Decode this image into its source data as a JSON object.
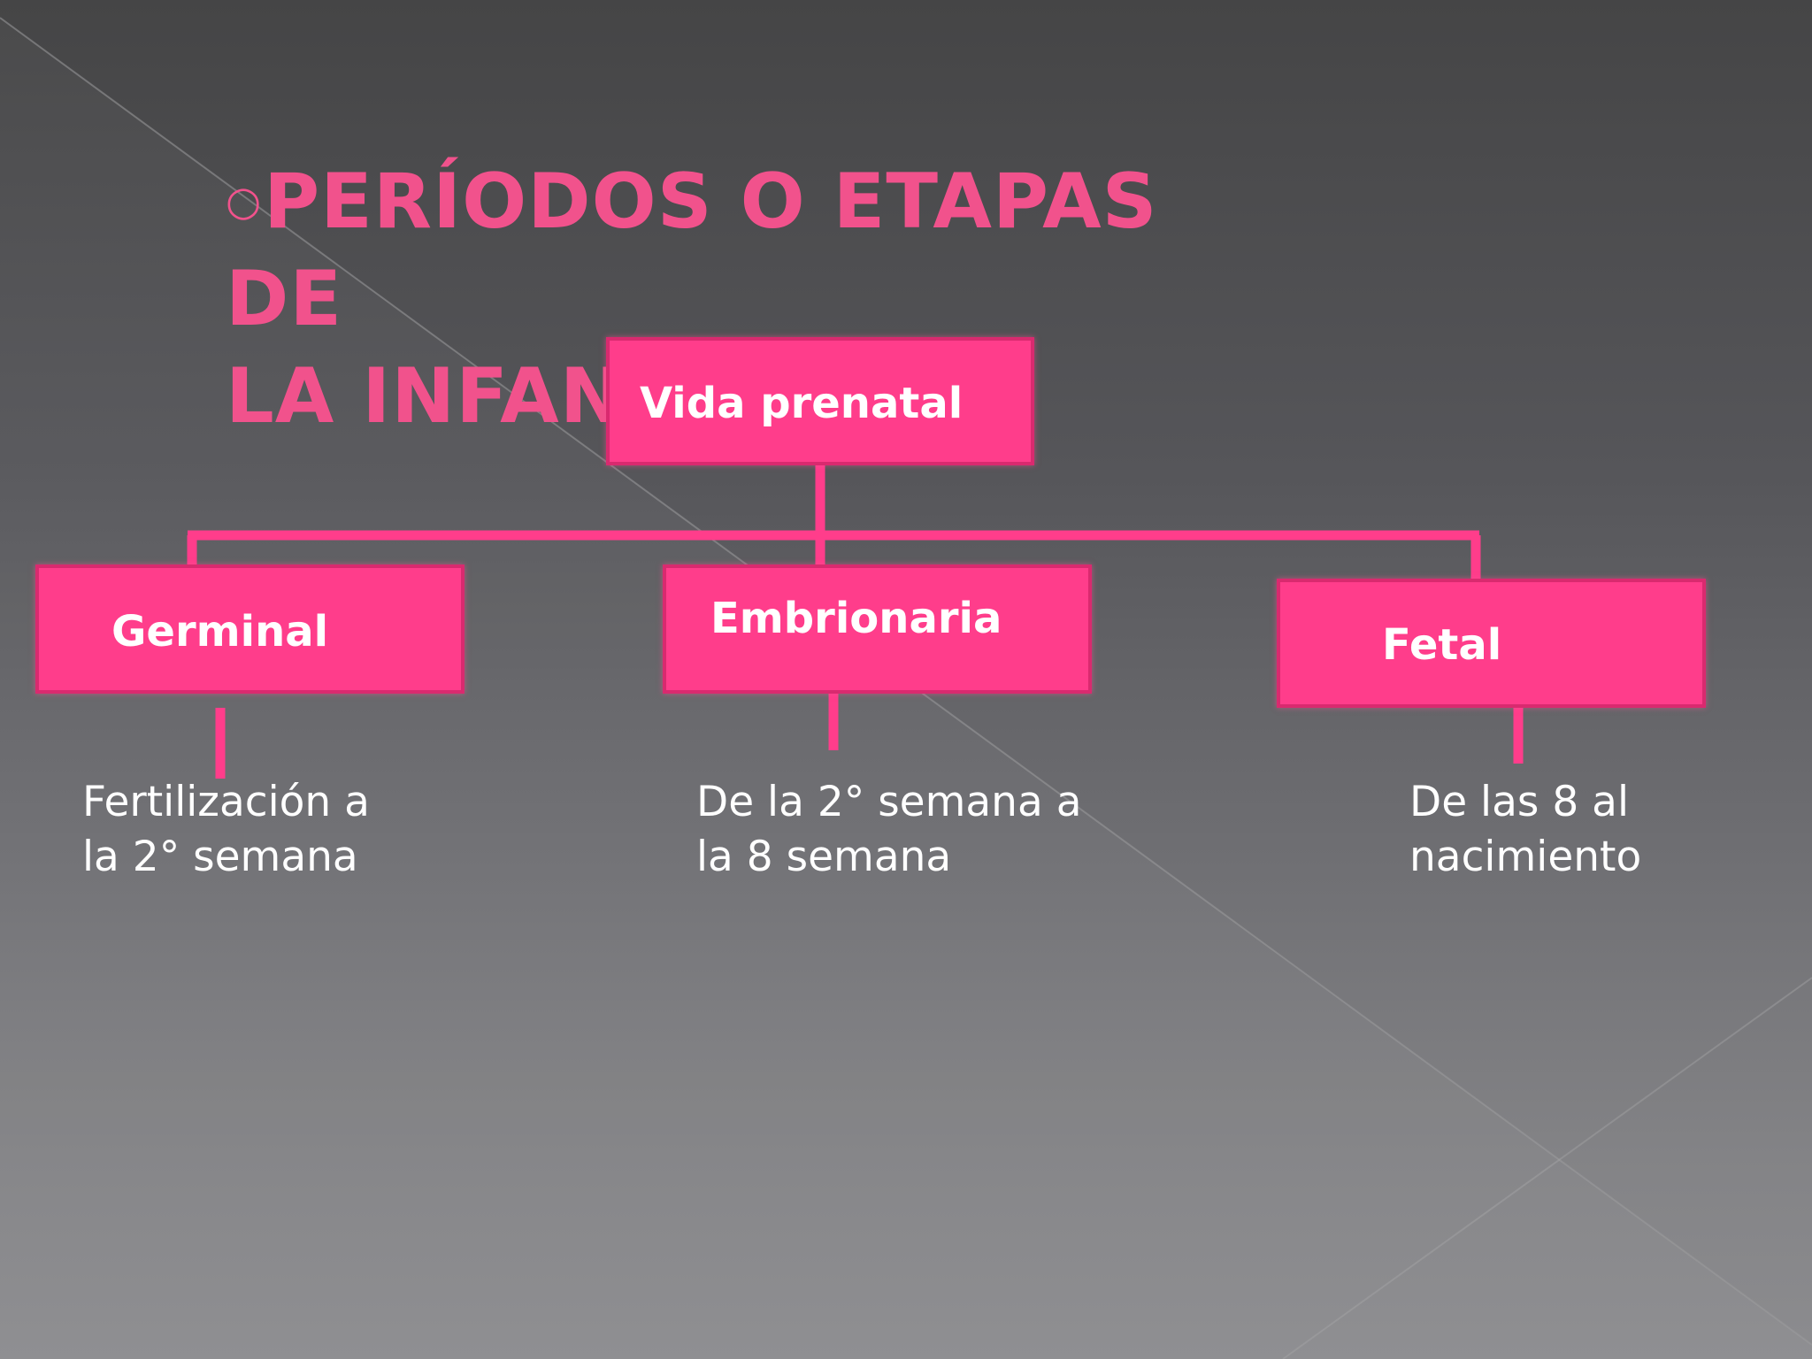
{
  "slide": {
    "title_line_1": "PERÍODOS O ETAPAS DE",
    "title_line_2": "LA INFANCIA",
    "bullet": "○",
    "accent_color": "#ff3d8b",
    "title_color": "#f1528c",
    "text_color": "#ffffff"
  },
  "diagram": {
    "root": {
      "label": "Vida prenatal"
    },
    "children": [
      {
        "label": "Germinal",
        "description": "Fertilización a\nla 2° semana"
      },
      {
        "label": "Embrionaria",
        "description": "De la 2° semana a\nla 8 semana"
      },
      {
        "label": "Fetal",
        "description": "De las 8 al\nnacimiento"
      }
    ]
  }
}
